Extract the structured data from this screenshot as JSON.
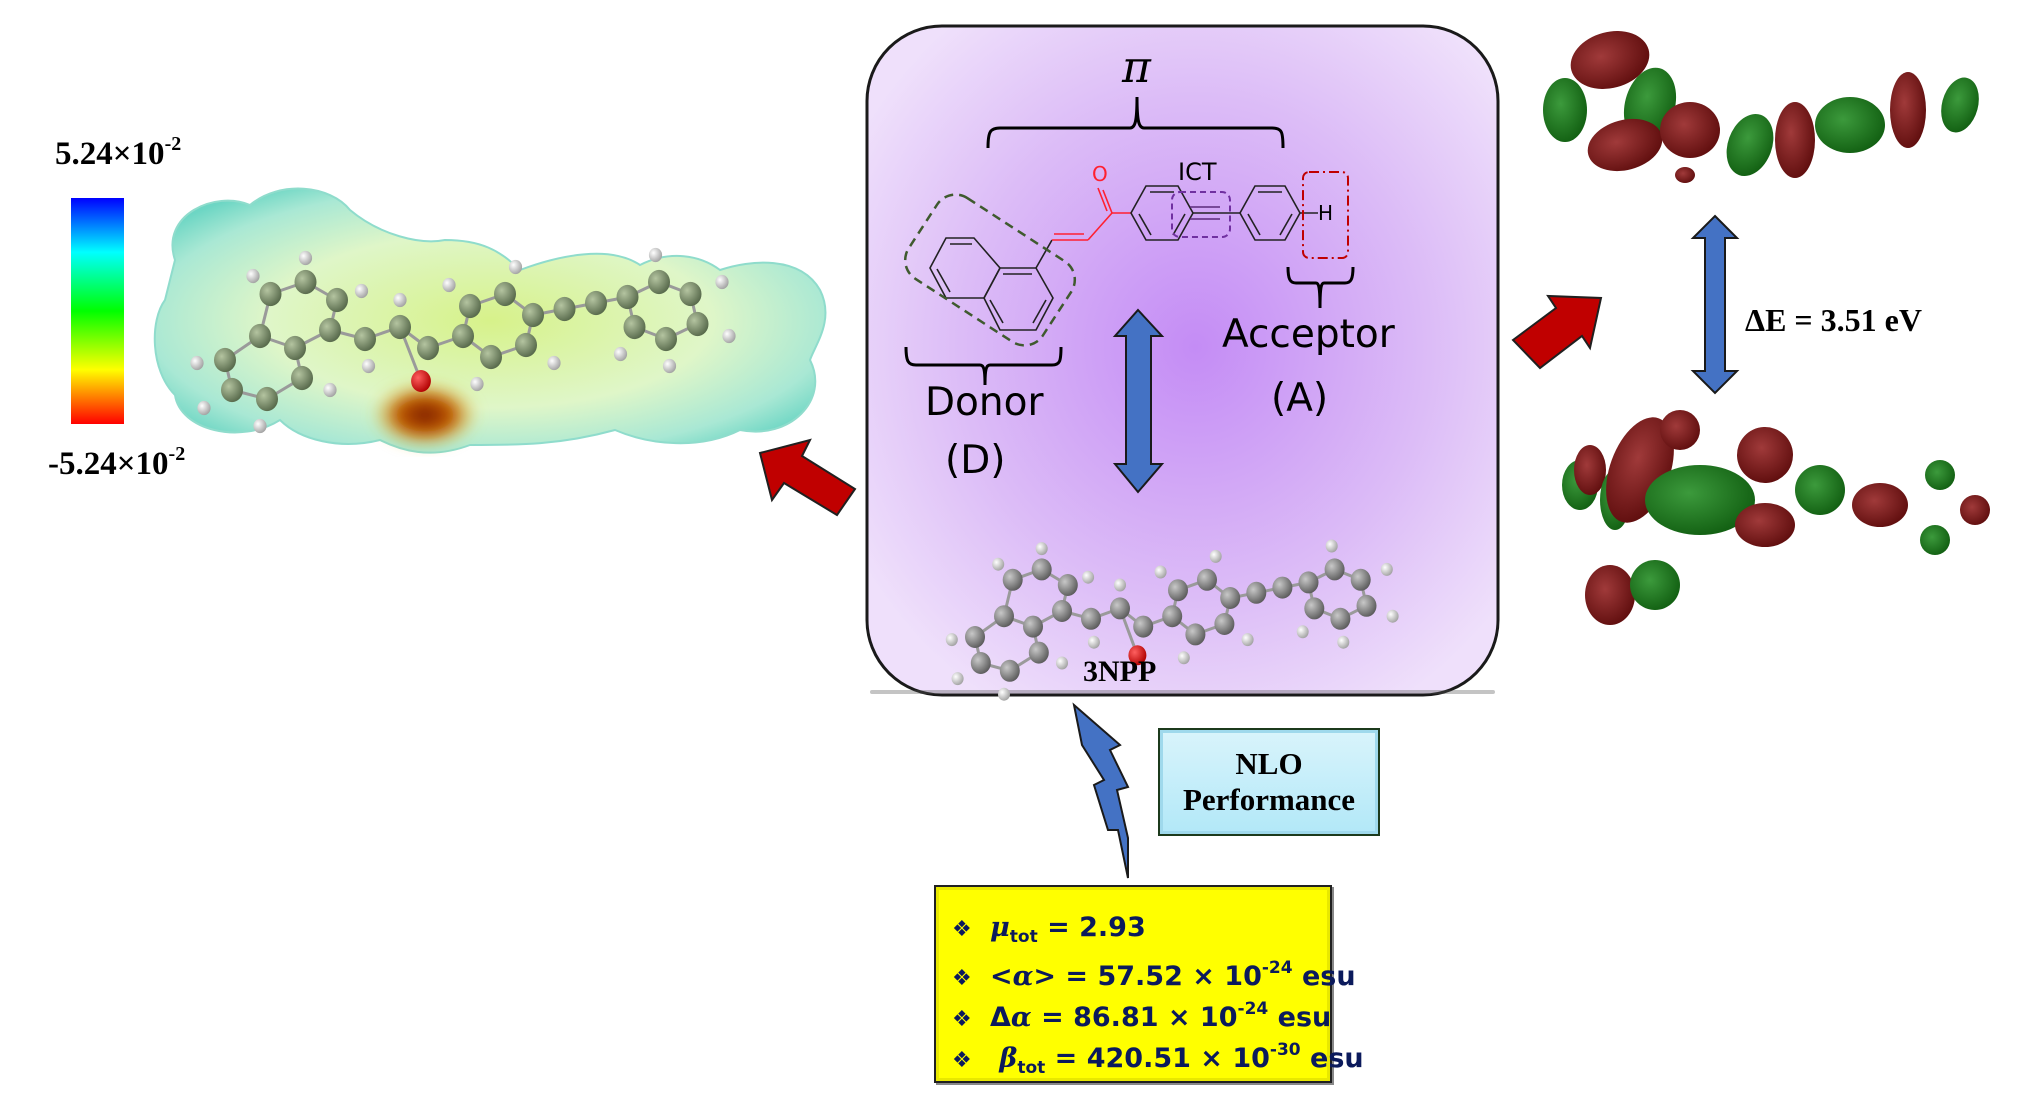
{
  "colorbar": {
    "max_label": "5.24×10",
    "max_exp": "-2",
    "min_label": "-5.24×10",
    "min_exp": "-2",
    "gradient_colors": [
      "#0000ff",
      "#00ffff",
      "#00ff00",
      "#ffff00",
      "#ff0000"
    ]
  },
  "center": {
    "pi_label": "π",
    "ict_label": "ICT",
    "donor_label": "Donor",
    "donor_abbr": "(D)",
    "acceptor_label": "Acceptor",
    "acceptor_abbr": "(A)",
    "h_atom_label": "H",
    "o_atom_label": "O",
    "compound_name": "3NPP"
  },
  "gap": {
    "label": "ΔE = 3.51 eV"
  },
  "nlo": {
    "line1": "NLO",
    "line2": "Performance"
  },
  "properties": [
    {
      "bullet": "❖",
      "symbol": "μ",
      "sub": "tot",
      "sup": "",
      "prefix": "",
      "suffix": "",
      "text": " = 2.93",
      "unit": ""
    },
    {
      "bullet": "❖",
      "symbol": "α",
      "sub": "",
      "sup": "-24",
      "prefix": "<",
      "suffix": ">",
      "text": " = 57.52 × 10",
      "unit": " esu"
    },
    {
      "bullet": "❖",
      "symbol": "α",
      "sub": "",
      "sup": "-24",
      "prefix": "Δ",
      "suffix": "",
      "text": " = 86.81 × 10",
      "unit": " esu"
    },
    {
      "bullet": "❖",
      "symbol": "β",
      "sub": "tot",
      "sup": "-30",
      "prefix": " ",
      "suffix": "",
      "text": " = 420.51 × 10",
      "unit": " esu"
    }
  ],
  "colors": {
    "center_box_fill": "#d9b8f5",
    "center_box_glow": "#c48cf5",
    "blue_arrow": "#4472c4",
    "red_arrow": "#c00000",
    "orbital_red": "#7a1010",
    "orbital_green": "#1f7a1f",
    "nlo_box": "#b8eaf8",
    "props_box": "#ffff00",
    "props_text": "#0b1a5c",
    "chain_red": "#ff2030"
  }
}
